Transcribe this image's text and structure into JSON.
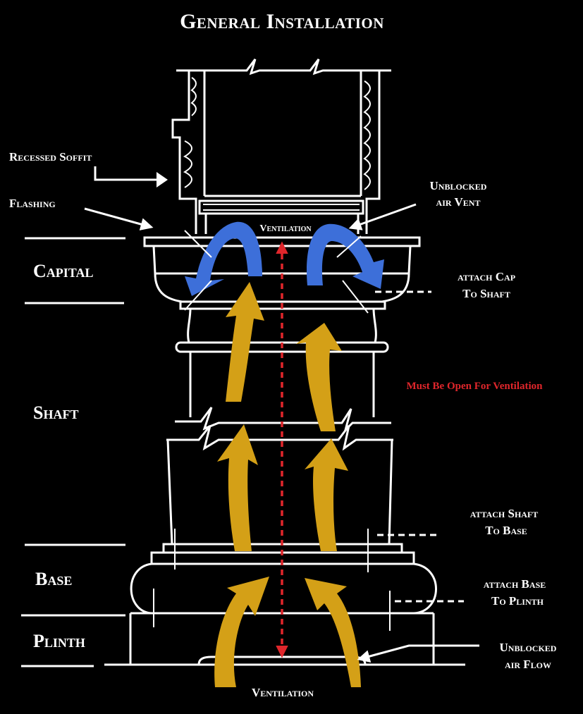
{
  "title": "General Installation",
  "sections": {
    "capital": "Capital",
    "shaft": "Shaft",
    "base": "Base",
    "plinth": "Plinth"
  },
  "labels": {
    "recessed_soffit": "Recessed Soffit",
    "flashing": "Flashing",
    "unblocked_air_vent_1": "Unblocked",
    "unblocked_air_vent_2": "air Vent",
    "ventilation_top": "Ventilation",
    "ventilation_bottom": "Ventilation",
    "attach_cap_1": "attach Cap",
    "attach_cap_2": "To Shaft",
    "attach_shaft_1": "attach Shaft",
    "attach_shaft_2": "To Base",
    "attach_base_1": "attach Base",
    "attach_base_2": "To Plinth",
    "unblocked_air_flow_1": "Unblocked",
    "unblocked_air_flow_2": "air Flow",
    "must_be_open": "Must Be Open For Ventilation"
  },
  "colors": {
    "background": "#000000",
    "line": "#ffffff",
    "warm_air": "#d4a017",
    "cool_air": "#3d6fd9",
    "red_note": "#e0262b"
  }
}
